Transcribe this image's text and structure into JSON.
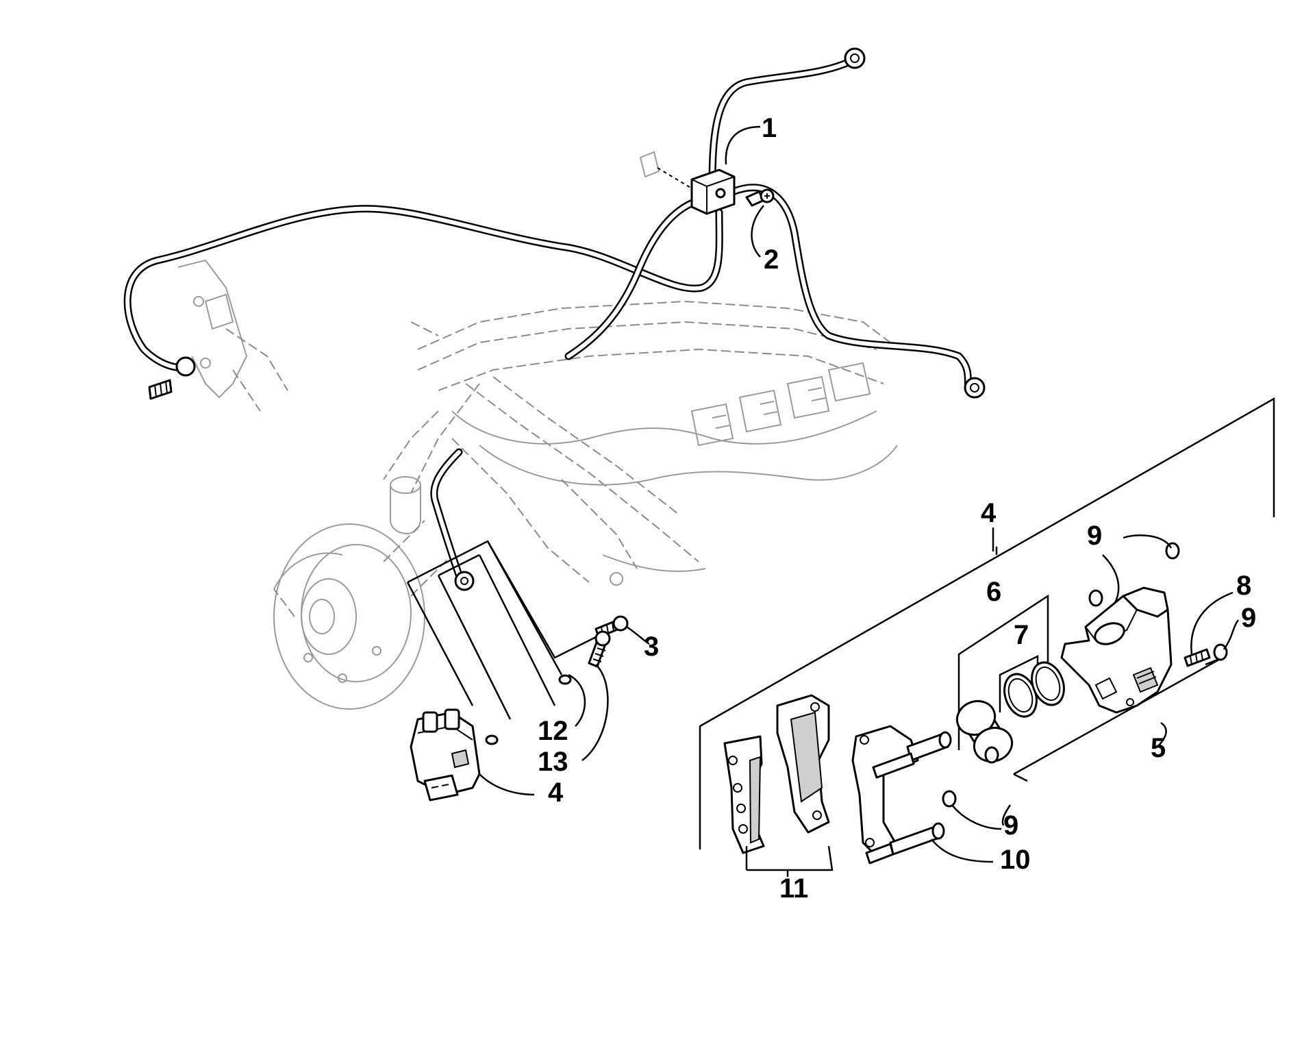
{
  "diagram": {
    "callouts": [
      {
        "id": "c1",
        "text": "1"
      },
      {
        "id": "c2",
        "text": "2"
      },
      {
        "id": "c3",
        "text": "3"
      },
      {
        "id": "c4a",
        "text": "4"
      },
      {
        "id": "c4b",
        "text": "4"
      },
      {
        "id": "c5",
        "text": "5"
      },
      {
        "id": "c6",
        "text": "6"
      },
      {
        "id": "c7",
        "text": "7"
      },
      {
        "id": "c8",
        "text": "8"
      },
      {
        "id": "c9a",
        "text": "9"
      },
      {
        "id": "c9b",
        "text": "9"
      },
      {
        "id": "c9c",
        "text": "9"
      },
      {
        "id": "c10",
        "text": "10"
      },
      {
        "id": "c11",
        "text": "11"
      },
      {
        "id": "c12",
        "text": "12"
      },
      {
        "id": "c13",
        "text": "13"
      }
    ],
    "colors": {
      "ink": "#000000",
      "ghost": "#8a8a8a",
      "background": "#ffffff"
    }
  }
}
